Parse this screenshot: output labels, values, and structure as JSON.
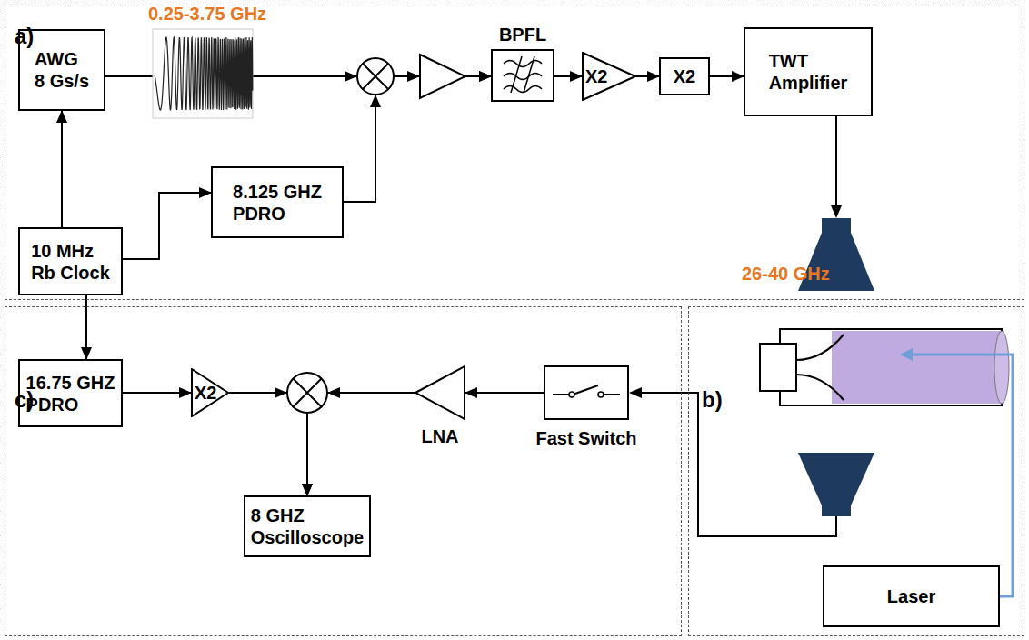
{
  "diagram": {
    "nodes": [
      {
        "text": [
          "a)"
        ]
      },
      {
        "text": [
          "AWG",
          "8 Gs/s"
        ],
        "in": 0
      },
      {
        "text": [
          "BPFL"
        ],
        "in": 0
      },
      {
        "text": [
          "X2"
        ],
        "in": 0
      },
      {
        "text": [
          "X2"
        ],
        "in": 0
      },
      {
        "text": [
          "TWT",
          "Amplifier"
        ],
        "in": 0
      },
      {
        "text": [
          "8.125 GHZ",
          "PDRO"
        ],
        "in": 0
      },
      {
        "text": [
          "10 MHz",
          "Rb Clock"
        ],
        "in": 0
      },
      {
        "text": [
          "c)"
        ]
      },
      {
        "text": [
          "16.75 GHZ",
          "PDRO"
        ],
        "in": 8
      },
      {
        "text": [
          "X2"
        ],
        "in": 8
      },
      {
        "text": [
          "LNA"
        ],
        "in": 8
      },
      {
        "text": [
          "Fast Switch"
        ],
        "in": 8
      },
      {
        "text": [
          "8 GHZ",
          "Oscilloscope"
        ],
        "in": 8
      },
      {
        "text": [
          "b)"
        ]
      },
      {
        "text": [
          "Laser"
        ],
        "in": 14
      }
    ],
    "edges": [
      {
        "from": 7,
        "to": 1,
        "arrow": "to"
      },
      {
        "from": 7,
        "to": 6,
        "arrow": "to"
      },
      {
        "from": 1,
        "to": 2,
        "arrow": "to"
      },
      {
        "from": 6,
        "to": 2,
        "arrow": "to"
      },
      {
        "from": 2,
        "to": 3,
        "arrow": "to"
      },
      {
        "from": 3,
        "to": 4,
        "arrow": "to"
      },
      {
        "from": 4,
        "to": 5,
        "arrow": "to"
      },
      {
        "from": 7,
        "to": 9,
        "arrow": "to"
      },
      {
        "from": 9,
        "to": 10,
        "arrow": "to"
      },
      {
        "from": 10,
        "to": 13,
        "arrow": "to"
      },
      {
        "from": 11,
        "to": 13,
        "arrow": "to"
      },
      {
        "from": 12,
        "to": 11,
        "arrow": "to"
      }
    ],
    "labels": [
      "0.25-3.75 GHz",
      "26-40 GHz"
    ]
  }
}
